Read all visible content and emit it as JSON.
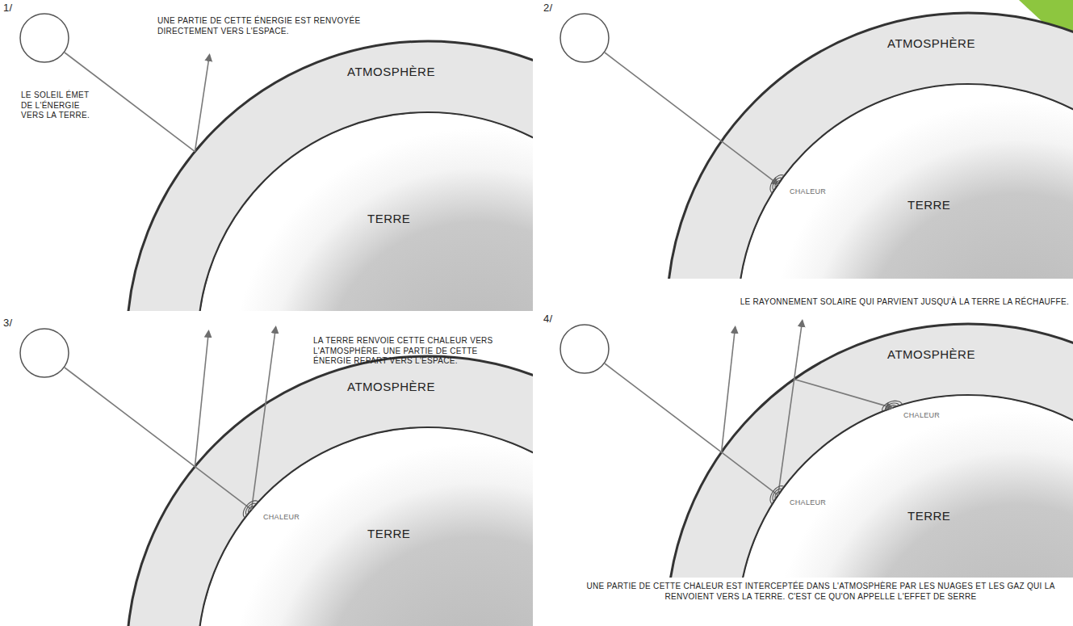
{
  "diagram": {
    "nodes": [
      {
        "text": [
          "ATMOSPHÈRE"
        ]
      },
      {
        "text": [
          "TERRE"
        ]
      },
      {
        "text": [
          "ATMOSPHÈRE"
        ]
      },
      {
        "text": [
          "TERRE"
        ]
      },
      {
        "text": [
          "ATMOSPHÈRE"
        ]
      },
      {
        "text": [
          "TERRE"
        ]
      },
      {
        "text": [
          "ATMOSPHÈRE"
        ]
      },
      {
        "text": [
          "TERRE"
        ]
      }
    ],
    "edges": [],
    "labels": [
      "1/",
      "LE SOLEIL ÉMET DE L'ÉNERGIE VERS LA TERRE.",
      "UNE PARTIE DE CETTE ÉNERGIE EST RENVOYÉE DIRECTEMENT VERS L'ESPACE.",
      "2/",
      "CHALEUR",
      "LE RAYONNEMENT SOLAIRE QUI PARVIENT JUSQU'À LA TERRE LA RÉCHAUFFE.",
      "3/",
      "LA TERRE RENVOIE CETTE CHALEUR VERS L'ATMOSPHÈRE. UNE PARTIE DE CETTE ÉNERGIE REPART VERS L'ESPACE.",
      "CHALEUR",
      "4/",
      "CHALEUR",
      "CHALEUR",
      "UNE PARTIE DE CETTE CHALEUR EST INTERCEPTÉE DANS L'ATMOSPHÈRE PAR LES NUAGES ET LES GAZ QUI LA RENVOIENT VERS LA TERRE. C'EST CE QU'ON APPELLE L'EFFET DE SERRE"
    ]
  }
}
